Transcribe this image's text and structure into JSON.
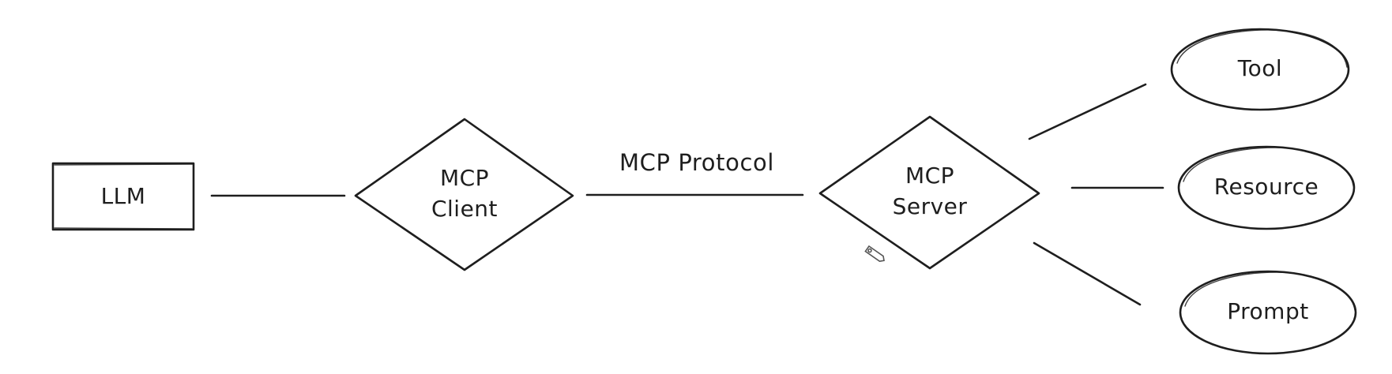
{
  "diagram": {
    "nodes": {
      "llm": {
        "label": "LLM"
      },
      "mcp_client": {
        "label_line1": "MCP",
        "label_line2": "Client"
      },
      "mcp_server": {
        "label_line1": "MCP",
        "label_line2": "Server"
      },
      "tool": {
        "label": "Tool"
      },
      "resource": {
        "label": "Resource"
      },
      "prompt": {
        "label": "Prompt"
      }
    },
    "edges": {
      "client_server": {
        "label": "MCP Protocol"
      }
    }
  }
}
